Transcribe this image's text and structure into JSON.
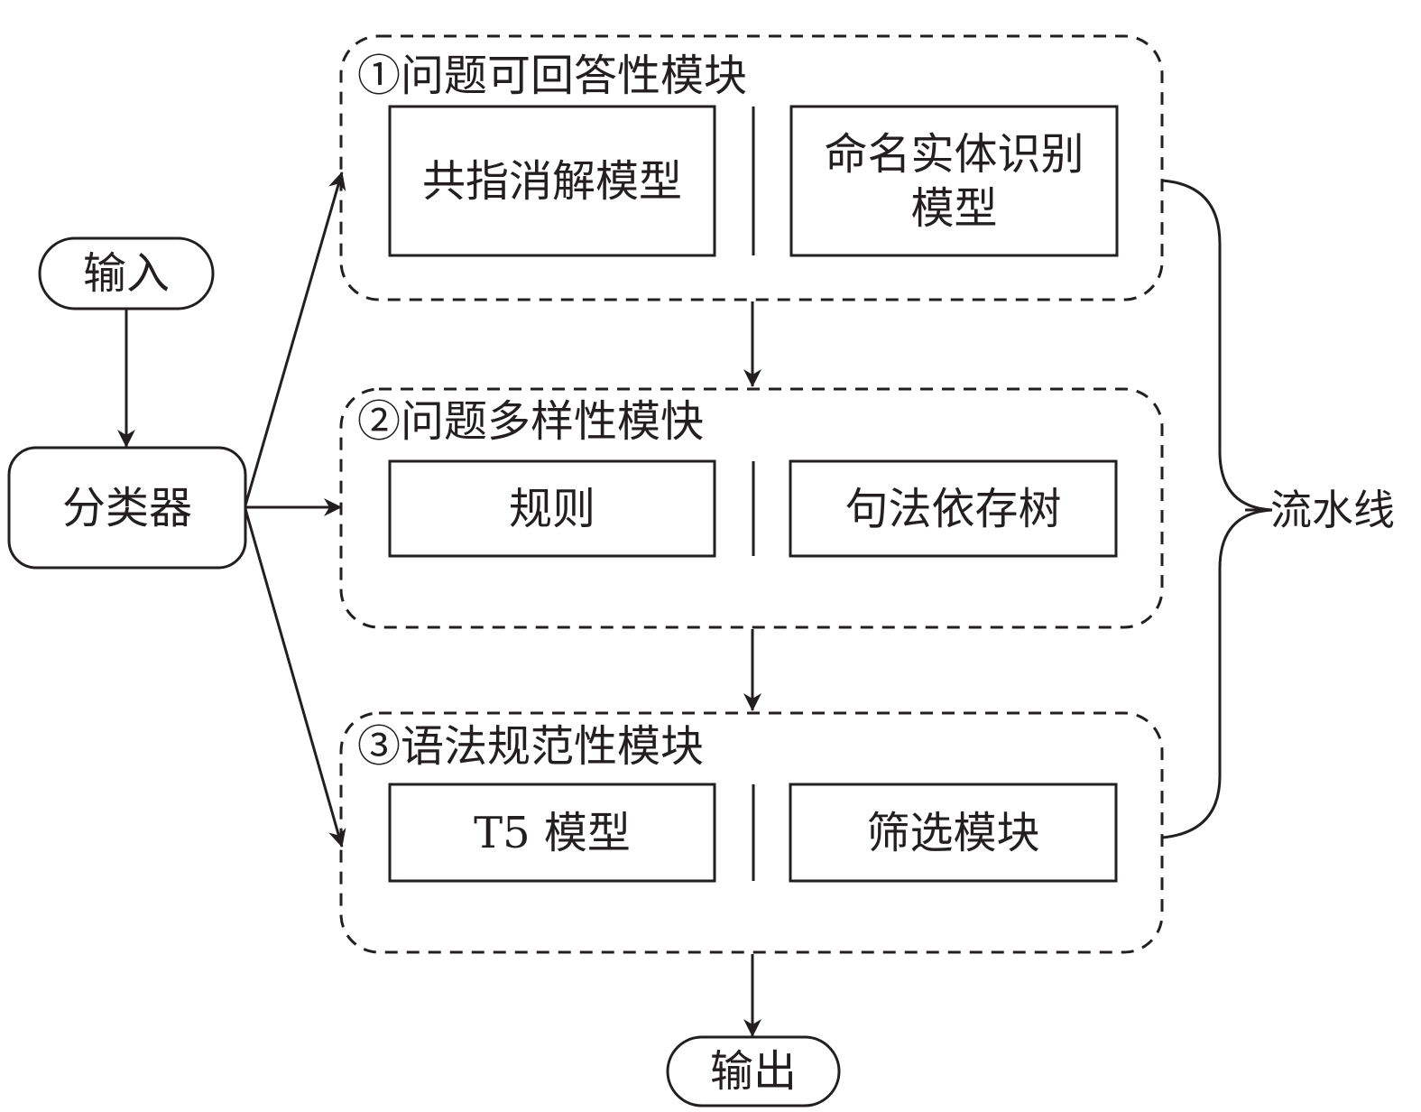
{
  "nodes": {
    "input": "输入",
    "classifier": "分类器",
    "output": "输出"
  },
  "modules": [
    {
      "title": "①问题可回答性模块",
      "components": [
        "共指消解模型",
        "命名实体识别\n模型"
      ]
    },
    {
      "title": "②问题多样性模快",
      "components": [
        "规则",
        "句法依存树"
      ]
    },
    {
      "title": "③语法规范性模块",
      "components": [
        "T5 模型",
        "筛选模块"
      ]
    }
  ],
  "pipeline_label": "流水线",
  "colors": {
    "stroke": "#231f20",
    "background": "#ffffff"
  }
}
